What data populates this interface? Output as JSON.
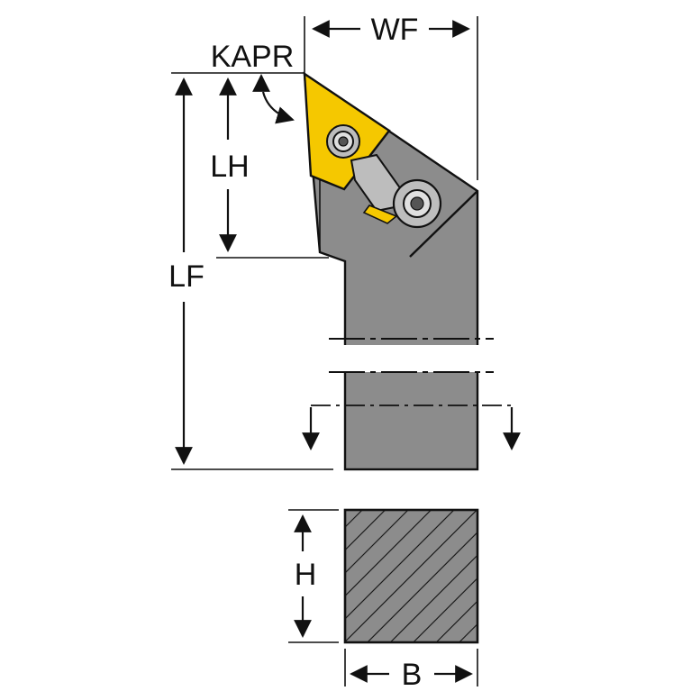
{
  "labels": {
    "wf": "WF",
    "kapr": "KAPR",
    "lh": "LH",
    "lf": "LF",
    "h": "H",
    "b": "B"
  },
  "colors": {
    "insert": "#f5c800",
    "body": "#8c8c8c",
    "screw": "#bdbdbd",
    "line": "#111111"
  }
}
